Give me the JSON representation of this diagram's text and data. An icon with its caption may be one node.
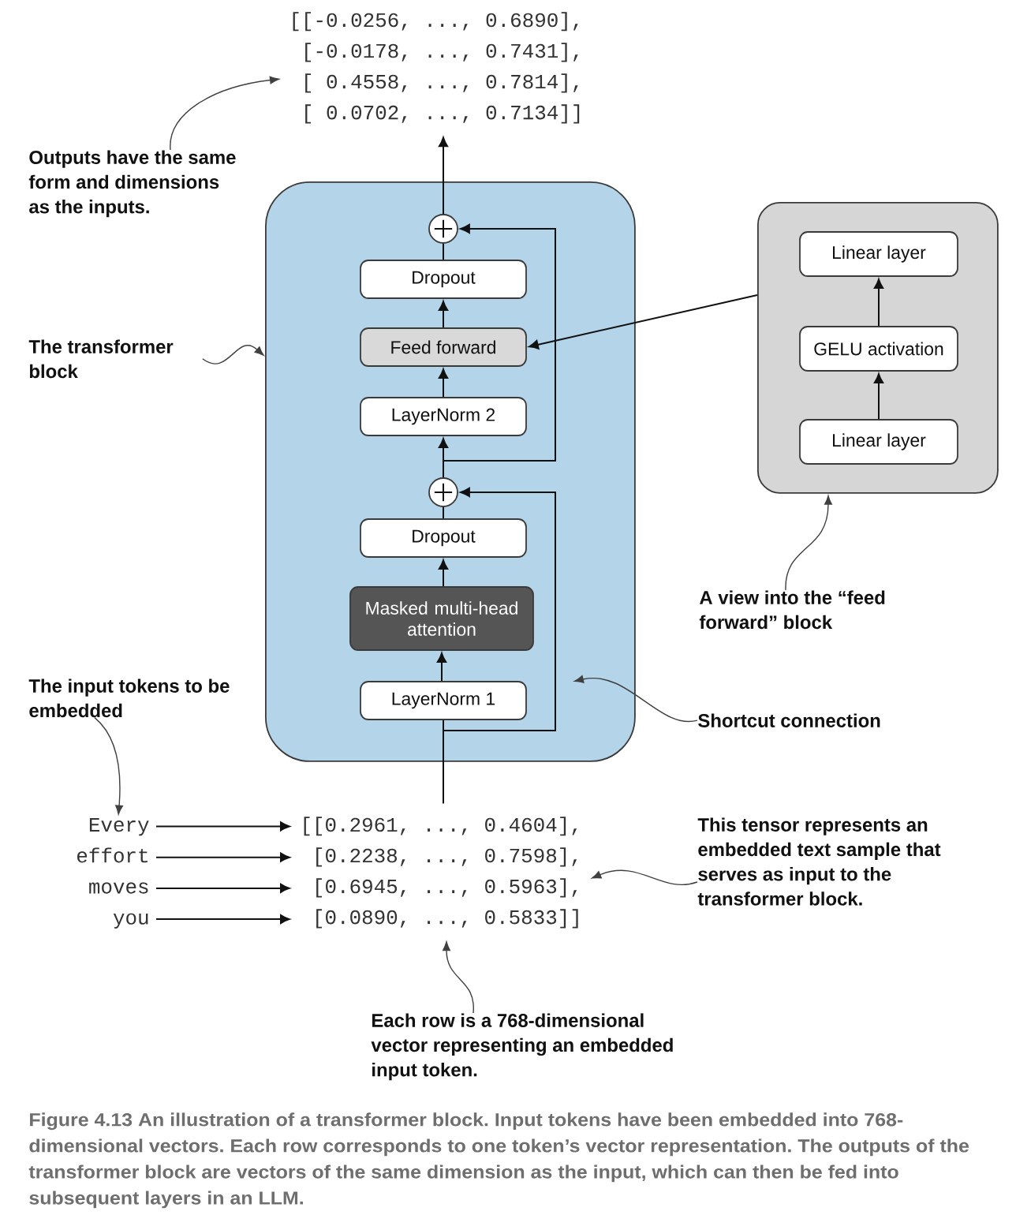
{
  "diagram": {
    "caption": "Figure 4.13 An illustration of a transformer block. Input tokens have been embedded into 768-dimensional vectors. Each row corresponds to one token’s vector representation. The outputs of the transformer block are vectors of the same dimension as the input, which can then be fed into subsequent layers in an LLM.",
    "nodes": [
      {
        "text": [
          "[[-0.0256, ..., 0.6890],",
          "[-0.0178, ..., 0.7431],",
          "[ 0.4558, ..., 0.7814],",
          "[ 0.0702, ..., 0.7134]]"
        ]
      },
      {
        "text": [
          "Outputs have the same form and dimensions as the inputs."
        ]
      },
      {
        "text": [],
        "shape": "box"
      },
      {
        "text": [],
        "shape": "circle",
        "in": 2
      },
      {
        "text": [
          "Dropout"
        ],
        "in": 2
      },
      {
        "text": [
          "Feed forward"
        ],
        "in": 2
      },
      {
        "text": [
          "LayerNorm 2"
        ],
        "in": 2
      },
      {
        "text": [],
        "shape": "circle",
        "in": 2
      },
      {
        "text": [
          "Dropout"
        ],
        "in": 2
      },
      {
        "text": [
          "Masked multi-head attention"
        ],
        "in": 2
      },
      {
        "text": [
          "LayerNorm 1"
        ],
        "in": 2
      },
      {
        "text": [
          "The transformer block"
        ]
      },
      {
        "text": [],
        "shape": "box"
      },
      {
        "text": [
          "Linear layer"
        ],
        "in": 12
      },
      {
        "text": [
          "GELU activation"
        ],
        "in": 12
      },
      {
        "text": [
          "Linear layer"
        ],
        "in": 12
      },
      {
        "text": [
          "A view into the “feed forward” block"
        ]
      },
      {
        "text": [
          "The input tokens to be embedded"
        ]
      },
      {
        "text": [
          "Shortcut connection"
        ]
      },
      {
        "text": [
          "Every"
        ]
      },
      {
        "text": [
          "effort"
        ]
      },
      {
        "text": [
          "moves"
        ]
      },
      {
        "text": [
          "you"
        ]
      },
      {
        "text": [
          "[[0.2961, ..., 0.4604],",
          "[0.2238, ..., 0.7598],",
          "[0.6945, ..., 0.5963],",
          "[0.0890, ..., 0.5833]]"
        ]
      },
      {
        "text": [
          "This tensor represents an embedded text sample that serves as input to the transformer block."
        ]
      },
      {
        "text": [
          "Each row is a 768-dimensional vector representing an embedded input token."
        ]
      }
    ],
    "edges": [
      {
        "from": 23,
        "to": 10,
        "arrow": "none"
      },
      {
        "from": 10,
        "to": 9,
        "arrow": "to"
      },
      {
        "from": 9,
        "to": 8,
        "arrow": "to"
      },
      {
        "from": 8,
        "to": 7,
        "arrow": "none"
      },
      {
        "from": 7,
        "to": 6,
        "arrow": "to"
      },
      {
        "from": 6,
        "to": 5,
        "arrow": "to"
      },
      {
        "from": 5,
        "to": 4,
        "arrow": "to"
      },
      {
        "from": 4,
        "to": 3,
        "arrow": "none"
      },
      {
        "from": 3,
        "to": 0,
        "arrow": "to"
      },
      {
        "from": 23,
        "to": 7,
        "arrow": "to"
      },
      {
        "from": 7,
        "to": 3,
        "arrow": "to"
      },
      {
        "from": 15,
        "to": 14,
        "arrow": "to"
      },
      {
        "from": 14,
        "to": 13,
        "arrow": "to"
      },
      {
        "from": 12,
        "to": 5,
        "arrow": "to"
      },
      {
        "from": 19,
        "to": 23,
        "arrow": "to"
      },
      {
        "from": 20,
        "to": 23,
        "arrow": "to"
      },
      {
        "from": 21,
        "to": 23,
        "arrow": "to"
      },
      {
        "from": 22,
        "to": 23,
        "arrow": "to"
      },
      {
        "from": 1,
        "to": 0,
        "arrow": "to"
      },
      {
        "from": 11,
        "to": 2,
        "arrow": "to"
      },
      {
        "from": 16,
        "to": 12,
        "arrow": "to"
      },
      {
        "from": 17,
        "to": 19,
        "arrow": "to"
      },
      {
        "from": 18,
        "to": null,
        "arrow": "to"
      },
      {
        "from": 24,
        "to": 23,
        "arrow": "to"
      },
      {
        "from": 25,
        "to": 23,
        "arrow": "to"
      }
    ]
  }
}
